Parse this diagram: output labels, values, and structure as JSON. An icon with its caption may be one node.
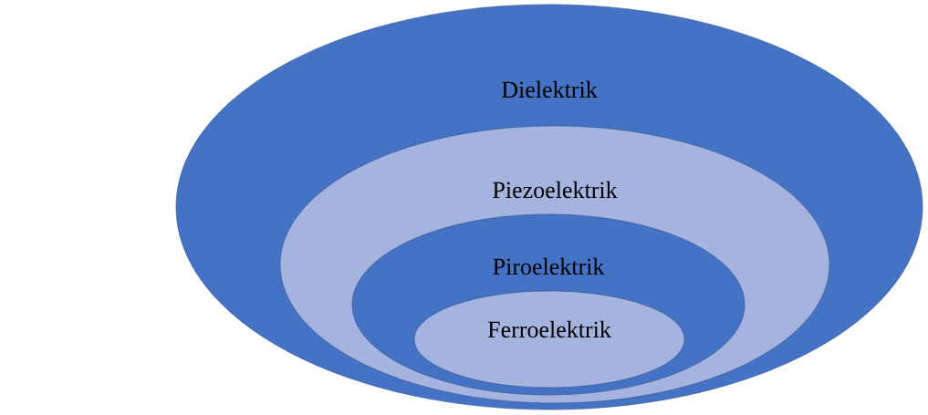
{
  "diagram": {
    "nodes": [
      {
        "text": [
          "Dielektrik"
        ]
      },
      {
        "text": [
          "Piezoelektrik"
        ],
        "in": 0
      },
      {
        "text": [
          "Piroelektrik"
        ],
        "in": 1
      },
      {
        "text": [
          "Ferroelektrik"
        ],
        "in": 2
      }
    ]
  }
}
